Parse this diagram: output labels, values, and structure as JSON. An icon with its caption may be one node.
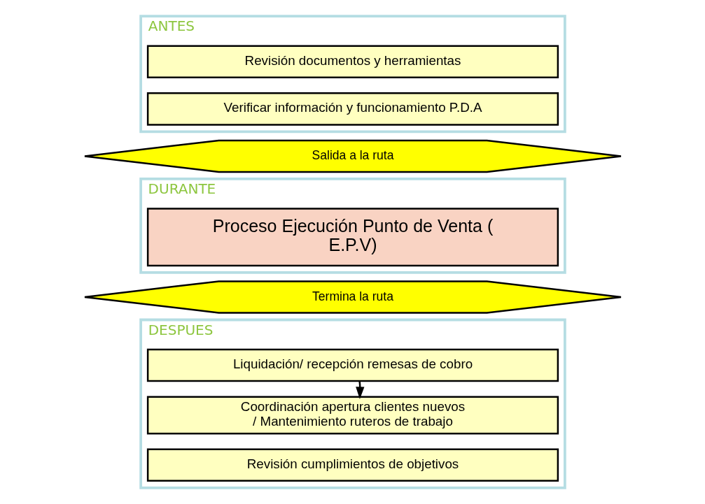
{
  "diagram": {
    "nodes": [
      {
        "text": [
          "ANTES"
        ]
      },
      {
        "text": [
          "Revisión documentos y herramientas"
        ],
        "in": 0
      },
      {
        "text": [
          "Verificar información y funcionamiento P.D.A"
        ],
        "in": 0
      },
      {
        "text": [
          "Salida a la ruta"
        ]
      },
      {
        "text": [
          "DURANTE"
        ]
      },
      {
        "text": [
          "Proceso Ejecución Punto de Venta ( E.P.V)"
        ],
        "in": 4
      },
      {
        "text": [
          "Termina la ruta"
        ]
      },
      {
        "text": [
          "DESPUES"
        ]
      },
      {
        "text": [
          "Liquidación/ recepción remesas de cobro"
        ],
        "in": 7
      },
      {
        "text": [
          "Coordinación apertura clientes nuevos / Mantenimiento ruteros de trabajo"
        ],
        "in": 7
      },
      {
        "text": [
          "Revisión cumplimientos de objetivos"
        ],
        "in": 7
      }
    ],
    "edges": [
      {
        "from": 8,
        "to": 9,
        "arrow": "to"
      }
    ]
  }
}
